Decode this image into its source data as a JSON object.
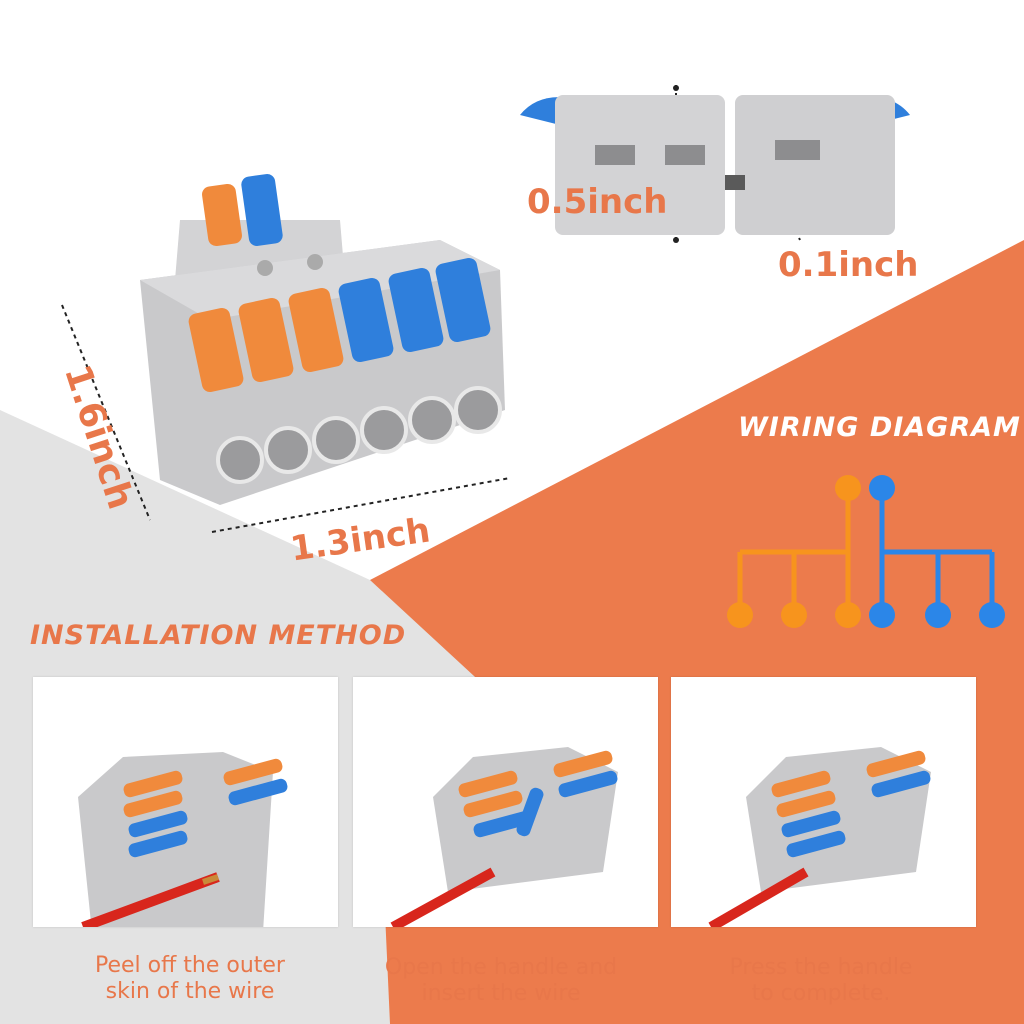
{
  "dimensions": {
    "height": "1.6inch",
    "width": "1.3inch",
    "depth": "0.5inch",
    "gap": "0.1inch"
  },
  "wiring_heading": "WIRING DIAGRAM",
  "installation_heading": "INSTALLATION METHOD",
  "steps": [
    {
      "line1": "Peel off the outer",
      "line2": "skin of the wire"
    },
    {
      "line1": "Open the handle and",
      "line2": "insert the wire"
    },
    {
      "line1": "Press the handle",
      "line2": "to complete."
    }
  ],
  "colors": {
    "accent_orange": "#e8774a",
    "lever_orange": "#f08a3c",
    "lever_blue": "#2f7fdc",
    "housing_gray": "#c9c9cb",
    "background_gray": "#e3e3e3"
  }
}
